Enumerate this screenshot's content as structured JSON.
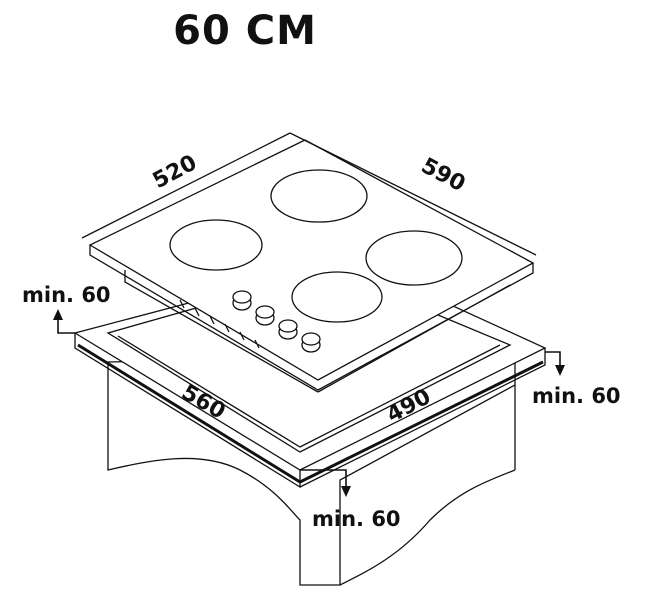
{
  "title": "60 CM",
  "dimensions": {
    "hob_depth": "520",
    "hob_width": "590",
    "cutout_width": "560",
    "cutout_depth": "490"
  },
  "clearances": {
    "rear": "min. 60",
    "side": "min. 60",
    "front": "min. 60"
  }
}
